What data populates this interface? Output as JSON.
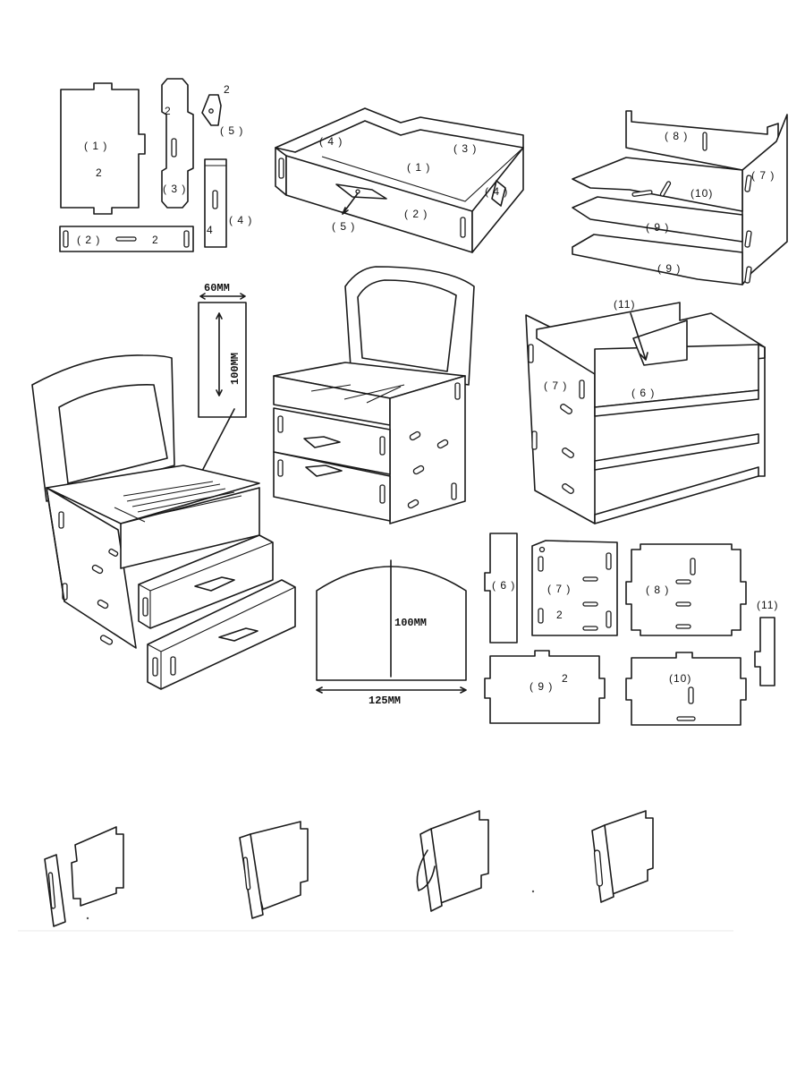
{
  "part_labels": {
    "p1": "( 1 )",
    "p2": "( 2 )",
    "p3": "( 3 )",
    "p4": "( 4 )",
    "p5": "( 5 )",
    "p6": "( 6 )",
    "p7": "( 7 )",
    "p8": "( 8 )",
    "p9": "( 9 )",
    "p10": "(10)",
    "p11": "(11)"
  },
  "quantities": {
    "two": "2",
    "four": "4"
  },
  "dimensions": {
    "mirror_width": "60MM",
    "mirror_height": "100MM",
    "panel_height": "100MM",
    "panel_width": "125MM"
  }
}
